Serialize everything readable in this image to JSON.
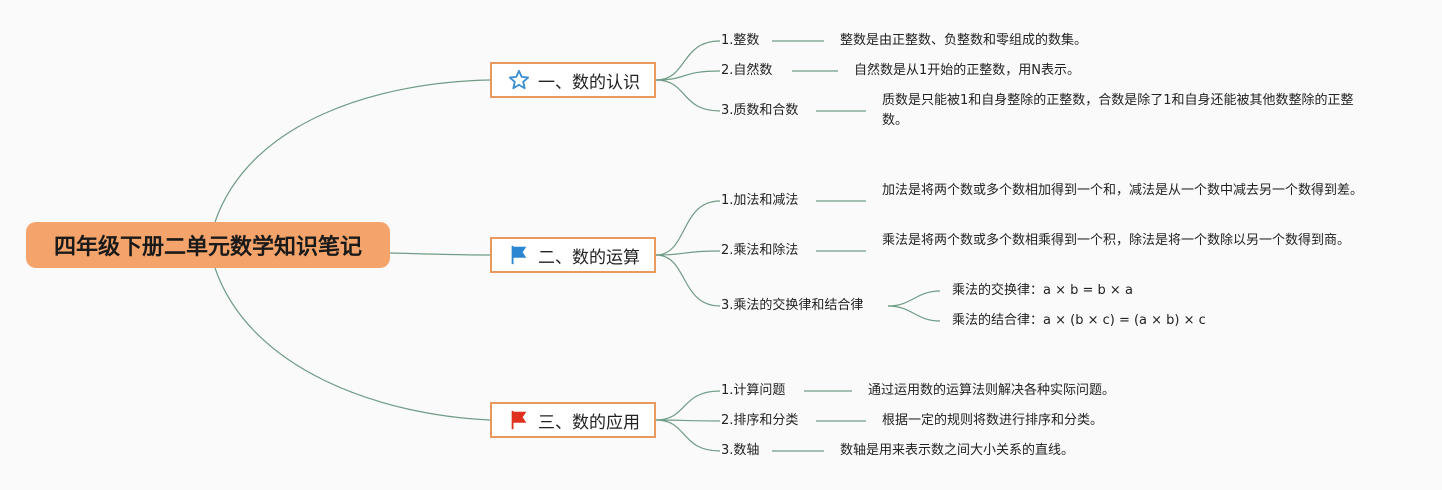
{
  "root": {
    "title": "四年级下册二单元数学知识笔记"
  },
  "branches": [
    {
      "label": "一、数的认识",
      "icon": "star-icon",
      "children": [
        {
          "label": "1.整数",
          "desc": "整数是由正整数、负整数和零组成的数集。"
        },
        {
          "label": "2.自然数",
          "desc": "自然数是从1开始的正整数，用N表示。"
        },
        {
          "label": "3.质数和合数",
          "desc": "质数是只能被1和自身整除的正整数，合数是除了1和自身还能被其他数整除的正整数。"
        }
      ]
    },
    {
      "label": "二、数的运算",
      "icon": "blue-flag-icon",
      "children": [
        {
          "label": "1.加法和减法",
          "desc": "加法是将两个数或多个数相加得到一个和，减法是从一个数中减去另一个数得到差。"
        },
        {
          "label": "2.乘法和除法",
          "desc": "乘法是将两个数或多个数相乘得到一个积，除法是将一个数除以另一个数得到商。"
        },
        {
          "label": "3.乘法的交换律和结合律",
          "subs": [
            "乘法的交换律：a × b = b × a",
            "乘法的结合律：a × (b × c) = (a × b) × c"
          ]
        }
      ]
    },
    {
      "label": "三、数的应用",
      "icon": "red-flag-icon",
      "children": [
        {
          "label": "1.计算问题",
          "desc": "通过运用数的运算法则解决各种实际问题。"
        },
        {
          "label": "2.排序和分类",
          "desc": "根据一定的规则将数进行排序和分类。"
        },
        {
          "label": "3.数轴",
          "desc": "数轴是用来表示数之间大小关系的直线。"
        }
      ]
    }
  ],
  "colors": {
    "line": "#6f9c86",
    "root_fill": "#f4a46a",
    "branch_border": "#e89a5e",
    "star": "#3a8fd0",
    "blue_flag": "#2b87d1",
    "red_flag": "#e0301e"
  }
}
